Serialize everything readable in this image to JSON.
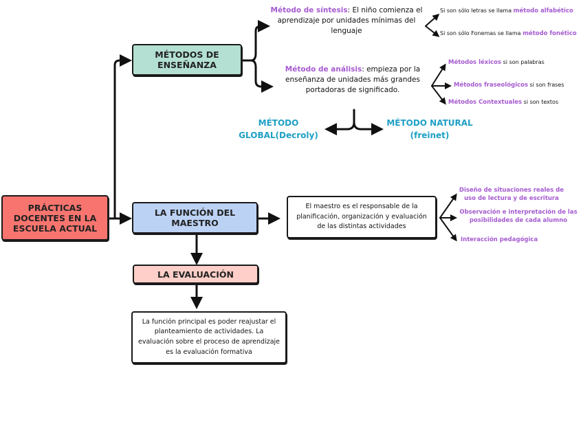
{
  "root": {
    "label": "PRÁCTICAS DOCENTES EN LA ESCUELA ACTUAL",
    "color": "#f8756f"
  },
  "metodos": {
    "label": "MÉTODOS DE ENSEÑANZA",
    "color": "#b3e0d2",
    "sintesis": {
      "title": "Método de síntesis",
      "text": ": El niño comienza el aprendizaje por unidades mínimas del lenguaje",
      "branches": [
        {
          "prefix": "Si son sólo letras se llama ",
          "term": "método alfabético"
        },
        {
          "prefix": "Si son sólo Fonemas se llama ",
          "term": "método fonético"
        }
      ]
    },
    "analisis": {
      "title": "Método de análisis",
      "text": ": empieza por la enseñanza de unidades más grandes portadoras de significado.",
      "branches": [
        {
          "term": "Métodos léxicos",
          "suffix": " si son palabras"
        },
        {
          "term": "Métodos fraseológicos",
          "suffix": " si son frases"
        },
        {
          "term": "Métodos Contextuales",
          "suffix": " si son textos"
        }
      ]
    },
    "global": {
      "line1": "MÉTODO",
      "line2": "GLOBAL(Decroly)"
    },
    "natural": {
      "line1": "MÉTODO NATURAL",
      "line2": "(freinet)"
    }
  },
  "funcion": {
    "label": "LA FUNCIÓN DEL MAESTRO",
    "color": "#bcd2f5",
    "note": "El maestro es el responsable de la planificación, organización y evaluación de las distintas actividades",
    "branches": [
      "Diseño de situaciones reales de uso de lectura y de escritura",
      "Observación e interpretación de las posibilidades de cada alumno",
      "Interacción pedagógica"
    ]
  },
  "evaluacion": {
    "label": "LA EVALUACIÓN",
    "color": "#fdcfc8",
    "note": "La función principal es poder reajustar el planteamiento de actividades. La evaluación sobre el proceso de aprendizaje es la evaluación formativa"
  }
}
